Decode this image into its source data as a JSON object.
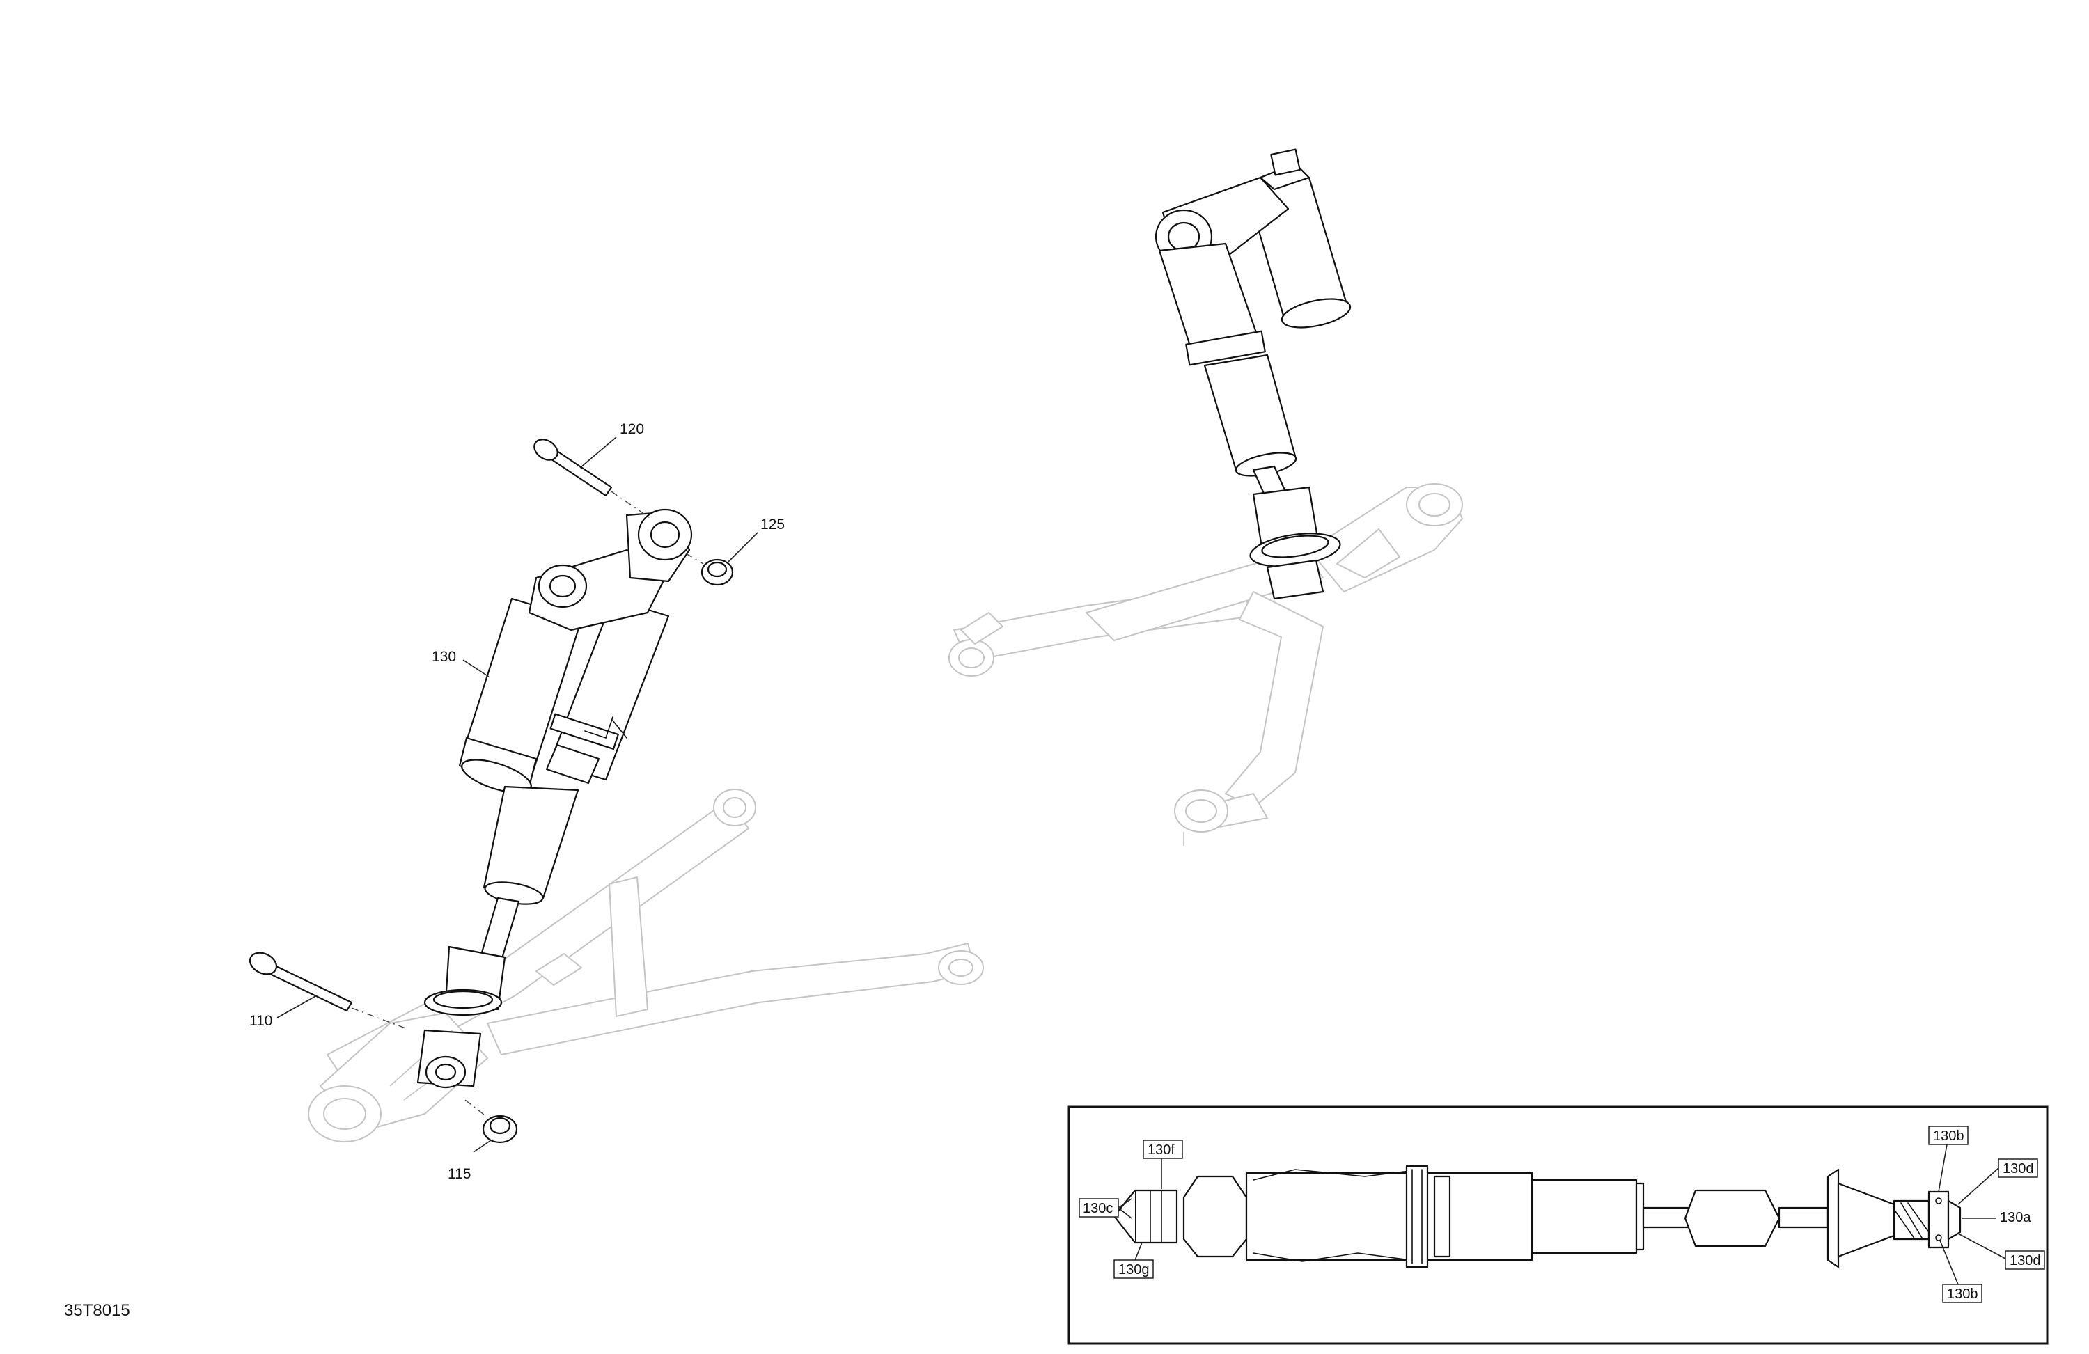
{
  "figure_code": "35T8015",
  "callouts": {
    "c110": "110",
    "c115": "115",
    "c120": "120",
    "c125": "125",
    "c130": "130"
  },
  "detail_callouts": {
    "c130a": "130a",
    "c130b_top": "130b",
    "c130b_bottom": "130b",
    "c130c": "130c",
    "c130d_top": "130d",
    "c130d_bottom": "130d",
    "c130f": "130f",
    "c130g": "130g"
  }
}
